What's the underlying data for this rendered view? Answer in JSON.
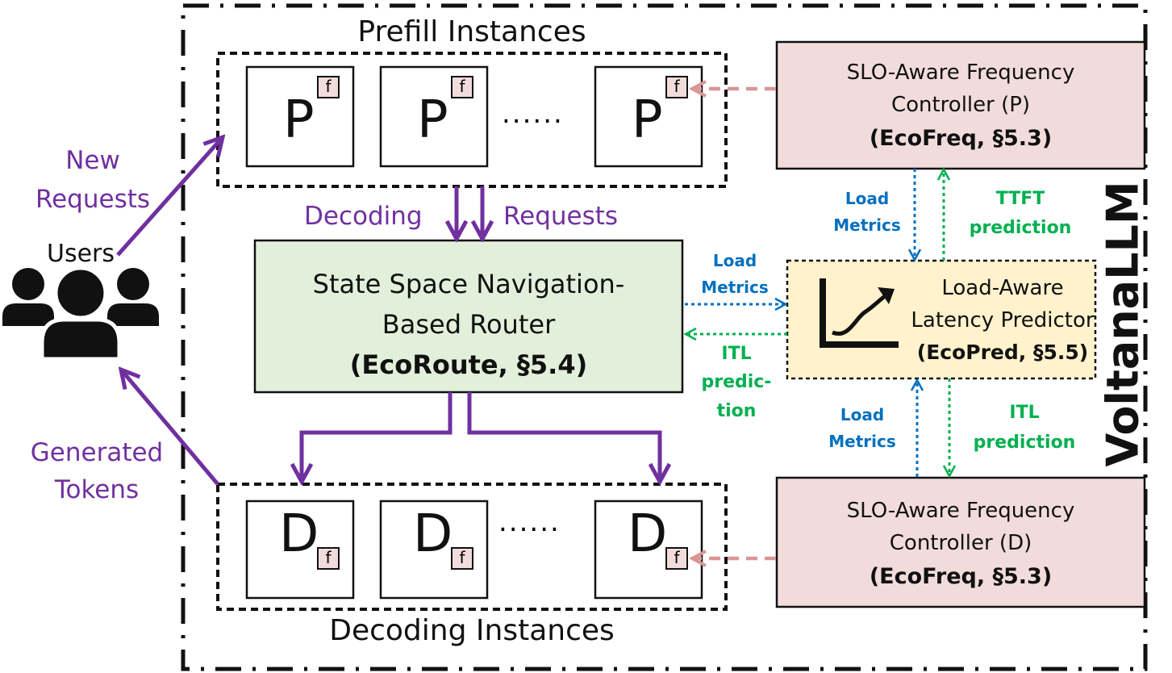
{
  "system_name": "VoltanaLLM",
  "prefill": {
    "title": "Prefill Instances",
    "instances": [
      "P",
      "P",
      "P"
    ],
    "ellipsis": "......",
    "freq_tag": "f"
  },
  "decoding": {
    "title": "Decoding Instances",
    "instances": [
      "D",
      "D",
      "D"
    ],
    "ellipsis": "......",
    "freq_tag": "f"
  },
  "users": {
    "label": "Users",
    "new_requests": [
      "New",
      "Requests"
    ],
    "generated_tokens": [
      "Generated",
      "Tokens"
    ]
  },
  "decoding_requests": {
    "word1": "Decoding",
    "word2": "Requests"
  },
  "router": {
    "line1": "State Space Navigation-",
    "line2": "Based Router",
    "line3": "(EcoRoute, §5.4)"
  },
  "freq_controller_p": {
    "line1": "SLO-Aware Frequency",
    "line2": "Controller (P)",
    "line3": "(EcoFreq, §5.3)"
  },
  "freq_controller_d": {
    "line1": "SLO-Aware Frequency",
    "line2": "Controller (D)",
    "line3": "(EcoFreq, §5.3)"
  },
  "predictor": {
    "line1": "Load-Aware",
    "line2": "Latency Predictor",
    "line3": "(EcoPred, §5.5)"
  },
  "edge_labels": {
    "load_metrics_top": [
      "Load",
      "Metrics"
    ],
    "ttft_prediction": [
      "TTFT",
      "prediction"
    ],
    "load_metrics_router": [
      "Load",
      "Metrics"
    ],
    "itl_router": [
      "ITL",
      "predic-",
      "tion"
    ],
    "load_metrics_bottom": [
      "Load",
      "Metrics"
    ],
    "itl_bottom": [
      "ITL",
      "prediction"
    ]
  },
  "colors": {
    "purple": "#7030a0",
    "blue": "#0070c0",
    "green": "#00b050",
    "pink_fill": "#f2dcdb",
    "salmon_arrow": "#d99694",
    "router_fill": "#e2efda",
    "predictor_fill": "#fff2cc"
  },
  "icons": {
    "users": "users-group-icon",
    "predictor": "rising-curve-chart-icon"
  }
}
